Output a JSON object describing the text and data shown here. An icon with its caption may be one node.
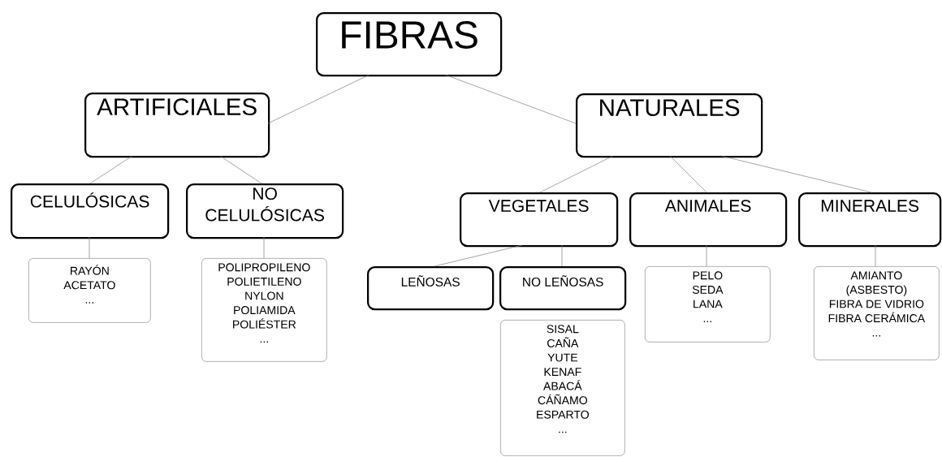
{
  "diagram": {
    "nodes": [
      {
        "text": [
          "FIBRAS"
        ]
      },
      {
        "text": [
          "ARTIFICIALES"
        ]
      },
      {
        "text": [
          "NATURALES"
        ]
      },
      {
        "text": [
          "CELULÓSICAS"
        ]
      },
      {
        "text": [
          "NO CELULÓSICAS"
        ]
      },
      {
        "text": [
          "VEGETALES"
        ]
      },
      {
        "text": [
          "ANIMALES"
        ]
      },
      {
        "text": [
          "MINERALES"
        ]
      },
      {
        "text": [
          "RAYÓN",
          "ACETATO",
          "..."
        ]
      },
      {
        "text": [
          "POLIPROPILENO",
          "POLIETILENO",
          "NYLON",
          "POLIAMIDA",
          "POLIÉSTER",
          "..."
        ]
      },
      {
        "text": [
          "LEÑOSAS"
        ]
      },
      {
        "text": [
          "NO LEÑOSAS"
        ]
      },
      {
        "text": [
          "SISAL",
          "CAÑA",
          "YUTE",
          "KENAF",
          "ABACÁ",
          "CÁÑAMO",
          "ESPARTO",
          "..."
        ]
      },
      {
        "text": [
          "PELO",
          "SEDA",
          "LANA",
          "..."
        ]
      },
      {
        "text": [
          "AMIANTO (ASBESTO)",
          "FIBRA DE VIDRIO",
          "FIBRA CERÁMICA",
          "..."
        ]
      }
    ],
    "edges": [
      {
        "from": 0,
        "to": 1,
        "arrow": "none"
      },
      {
        "from": 0,
        "to": 2,
        "arrow": "none"
      },
      {
        "from": 1,
        "to": 3,
        "arrow": "none"
      },
      {
        "from": 1,
        "to": 4,
        "arrow": "none"
      },
      {
        "from": 3,
        "to": 8,
        "arrow": "none"
      },
      {
        "from": 4,
        "to": 9,
        "arrow": "none"
      },
      {
        "from": 2,
        "to": 5,
        "arrow": "none"
      },
      {
        "from": 2,
        "to": 6,
        "arrow": "none"
      },
      {
        "from": 2,
        "to": 7,
        "arrow": "none"
      },
      {
        "from": 5,
        "to": 10,
        "arrow": "none"
      },
      {
        "from": 5,
        "to": 11,
        "arrow": "none"
      },
      {
        "from": 6,
        "to": 13,
        "arrow": "none"
      },
      {
        "from": 7,
        "to": 14,
        "arrow": "none"
      }
    ]
  }
}
